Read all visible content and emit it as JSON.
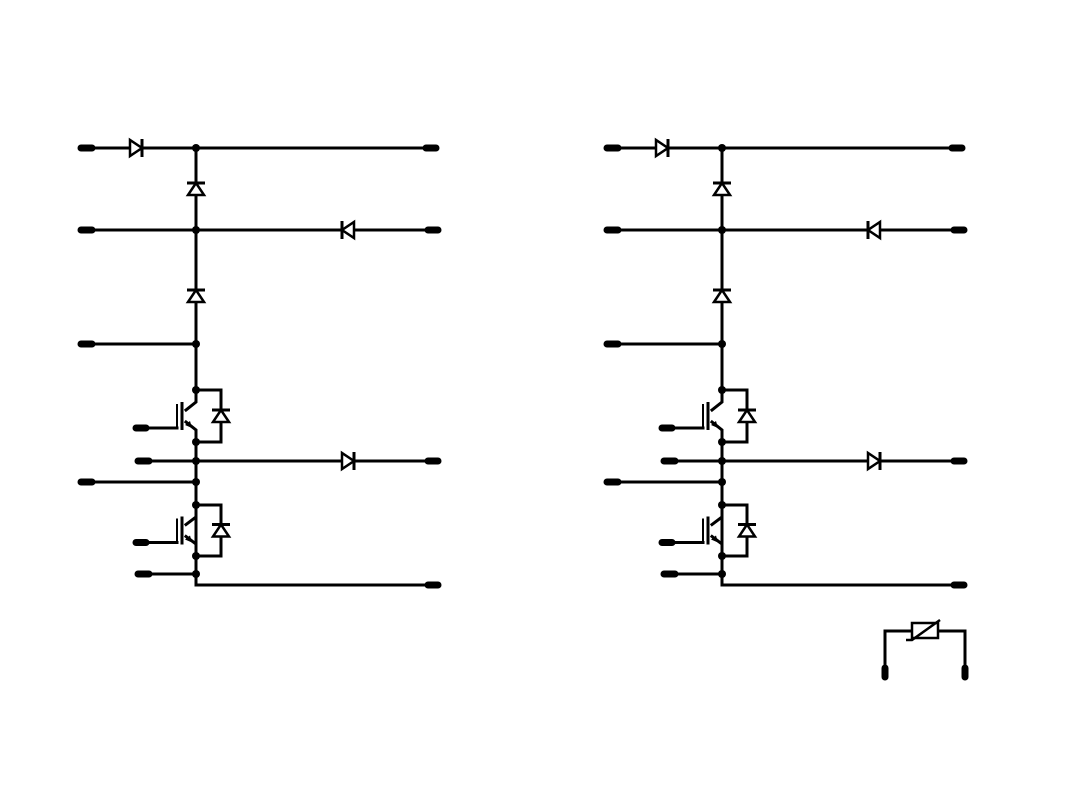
{
  "diagram": {
    "kind": "power-module-schematic",
    "colors": {
      "background": "#ffffff",
      "line": "#000000"
    },
    "circuits": [
      {
        "id": "left",
        "components": [
          "diode",
          "diode",
          "diode",
          "diode",
          "igbt",
          "freewheel-diode",
          "diode",
          "igbt",
          "freewheel-diode"
        ]
      },
      {
        "id": "right",
        "components": [
          "diode",
          "diode",
          "diode",
          "diode",
          "igbt",
          "freewheel-diode",
          "diode",
          "igbt",
          "freewheel-diode"
        ]
      }
    ],
    "extras": [
      "ntc-thermistor"
    ]
  }
}
